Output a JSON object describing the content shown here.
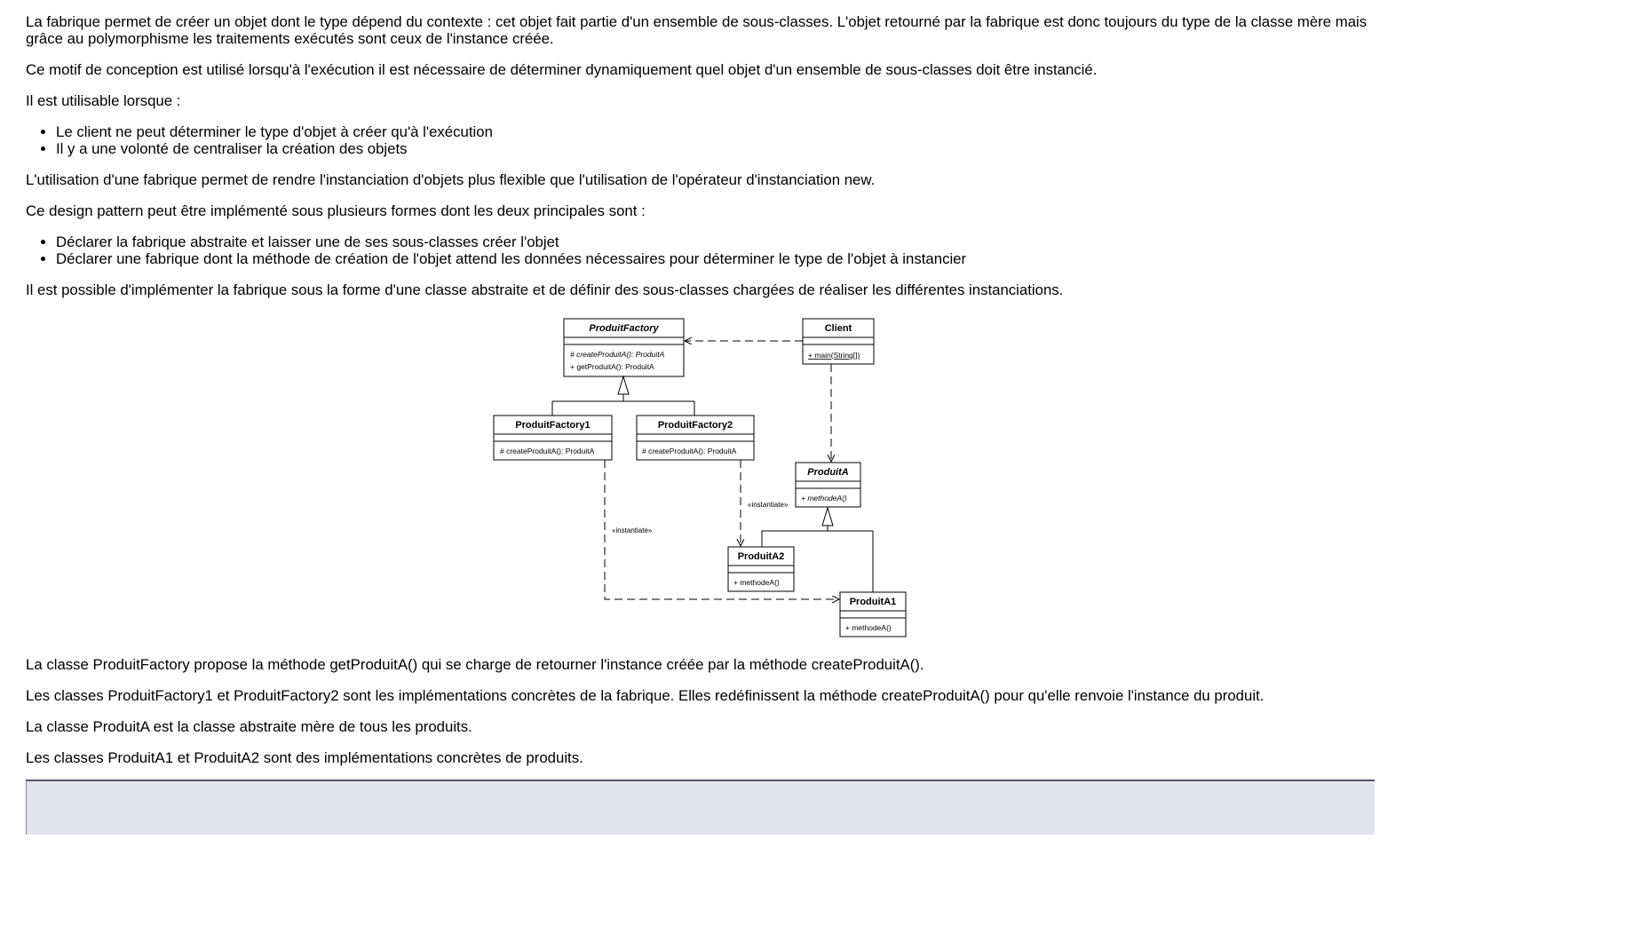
{
  "intro": {
    "p1": "La fabrique permet de créer un objet dont le type dépend du contexte : cet objet fait partie d'un ensemble de sous-classes. L'objet retourné par la fabrique est donc toujours du type de la classe mère mais grâce au polymorphisme les traitements exécutés sont ceux de l'instance créée.",
    "p2": "Ce motif de conception est utilisé lorsqu'à l'exécution il est nécessaire de déterminer dynamiquement quel objet d'un ensemble de sous-classes doit être instancié.",
    "p3": "Il est utilisable lorsque :",
    "list1": [
      "Le client ne peut déterminer le type d'objet à créer qu'à l'exécution",
      "Il y a une volonté de centraliser la création des objets"
    ],
    "p4": "L'utilisation d'une fabrique permet de rendre l'instanciation d'objets plus flexible que l'utilisation de l'opérateur d'instanciation new.",
    "p5": "Ce design pattern peut être implémenté sous plusieurs formes dont les deux principales sont :",
    "list2": [
      "Déclarer la fabrique abstraite et laisser une de ses sous-classes créer l'objet",
      "Déclarer une fabrique dont la méthode de création de l'objet attend les données nécessaires pour déterminer le type de l'objet à instancier"
    ],
    "p6": "Il est possible d'implémenter la fabrique sous la forme d'une classe abstraite et de définir des sous-classes chargées de réaliser les différentes instanciations."
  },
  "diagram": {
    "produit_factory": {
      "name": "ProduitFactory",
      "op1": "#  createProduitA(): ProduitA",
      "op2": "+  getProduitA(): ProduitA"
    },
    "client": {
      "name": "Client",
      "op1": "+  main(String[])"
    },
    "produit_factory1": {
      "name": "ProduitFactory1",
      "op1": "#  createProduitA(): ProduitA"
    },
    "produit_factory2": {
      "name": "ProduitFactory2",
      "op1": "#  createProduitA(): ProduitA"
    },
    "produit_a": {
      "name": "ProduitA",
      "op1": "+  methodeA()"
    },
    "produit_a2": {
      "name": "ProduitA2",
      "op1": "+  methodeA()"
    },
    "produit_a1": {
      "name": "ProduitA1",
      "op1": "+  methodeA()"
    },
    "stereotype_instantiate": "«instantiate»"
  },
  "after": {
    "p1": "La classe ProduitFactory propose la méthode getProduitA() qui se charge de retourner l'instance créée par la méthode createProduitA().",
    "p2": "Les classes ProduitFactory1 et ProduitFactory2 sont les implémentations concrètes de la fabrique. Elles redéfinissent la méthode createProduitA() pour qu'elle renvoie l'instance du produit.",
    "p3": "La classe ProduitA est la classe abstraite mère de tous les produits.",
    "p4": "Les classes ProduitA1 et ProduitA2 sont des implémentations concrètes de produits."
  }
}
